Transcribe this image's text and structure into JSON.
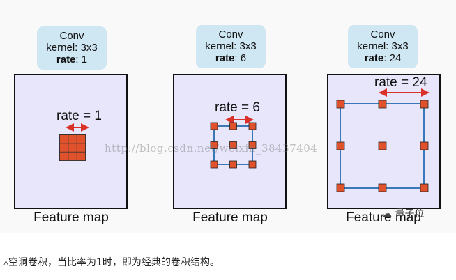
{
  "panels": [
    {
      "title": "Conv",
      "kernel_label": "kernel:",
      "kernel": "3x3",
      "rate_label": "rate",
      "rate_value": "1",
      "rate_caption": "rate = 1",
      "feature_map": "Feature map"
    },
    {
      "title": "Conv",
      "kernel_label": "kernel:",
      "kernel": "3x3",
      "rate_label": "rate",
      "rate_value": "6",
      "rate_caption": "rate = 6",
      "feature_map": "Feature map"
    },
    {
      "title": "Conv",
      "kernel_label": "kernel:",
      "kernel": "3x3",
      "rate_label": "rate",
      "rate_value": "24",
      "rate_caption": "rate = 24",
      "feature_map": "Feature map"
    }
  ],
  "watermark": "http://blog.csdn.net/weixin_38437404",
  "logo_text": "量子位",
  "caption": "▵空洞卷积，当比率为1时，即为经典的卷积结构。",
  "colors": {
    "kernel_fill": "#e0522c",
    "grid_border": "#3a78b8",
    "arrow": "#d9322a",
    "panel_bg": "#e8e6fb"
  }
}
